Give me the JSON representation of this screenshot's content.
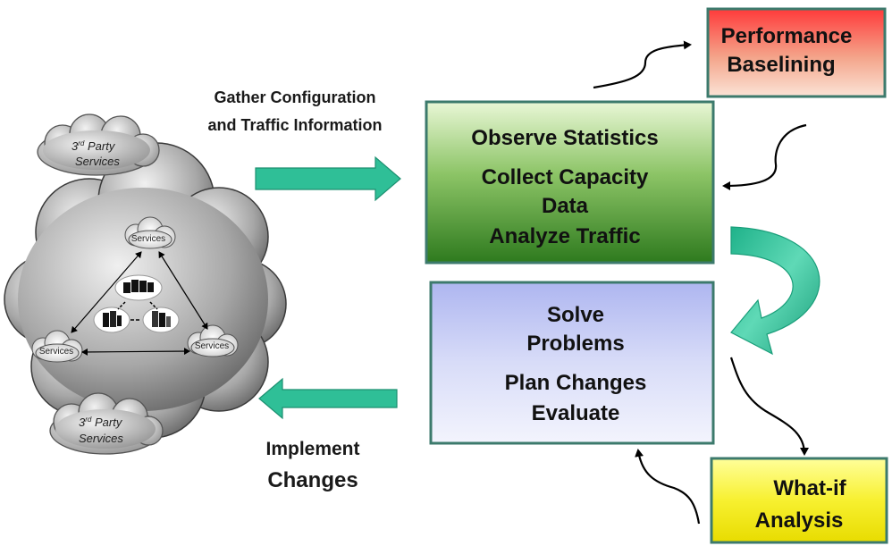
{
  "labels": {
    "gather_line1": "Gather Configuration",
    "gather_line2": "and Traffic Information",
    "implement_line1": "Implement",
    "implement_line2": "Changes"
  },
  "boxes": {
    "performance": {
      "line1": "Performance",
      "line2": "Baselining"
    },
    "observe": {
      "line1": "Observe Statistics",
      "line2": "Collect Capacity",
      "line3": "Data",
      "line4": "Analyze Traffic"
    },
    "solve": {
      "line1": "Solve",
      "line2": "Problems",
      "line3": "Plan Changes",
      "line4": "Evaluate"
    },
    "whatif": {
      "line1": "What-if",
      "line2": "Analysis"
    }
  },
  "clouds": {
    "top_third_party": {
      "sup": "rd",
      "pre": "3",
      "post": " Party",
      "line2": "Services"
    },
    "bottom_third_party": {
      "sup": "rd",
      "pre": "3",
      "post": " Party",
      "line2": "Services"
    },
    "services_top": "Services",
    "services_left": "Services",
    "services_right": "Services"
  },
  "colors": {
    "arrow_teal": "#2fbf97",
    "performance_red": "#e8393b",
    "observe_green": "#3a8a2a",
    "solve_lavender": "#c7cdf4",
    "whatif_yellow": "#f2ec2c"
  }
}
